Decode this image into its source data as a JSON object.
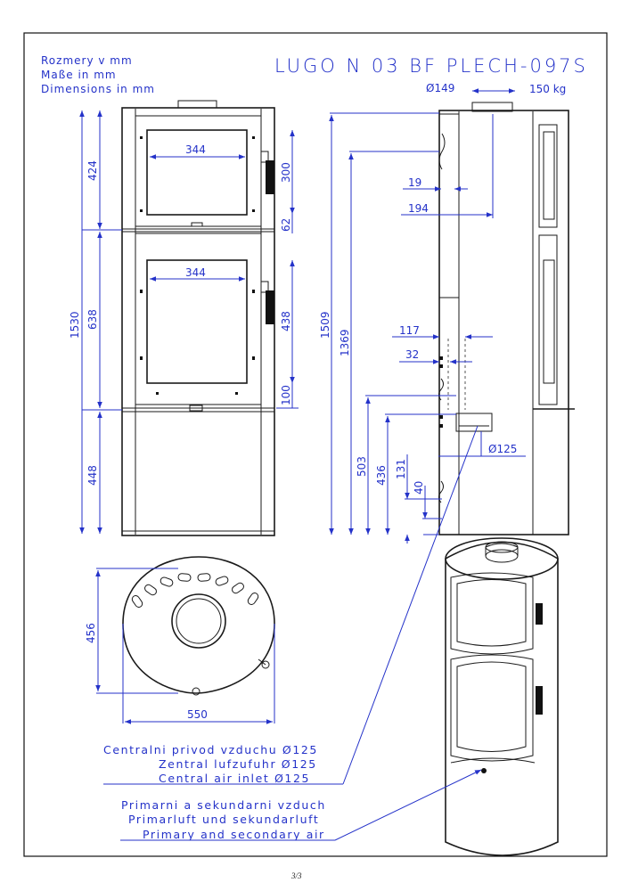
{
  "header": {
    "units_cz": "Rozmery v mm",
    "units_de": "Maße in mm",
    "units_en": "Dimensions in mm",
    "model": "LUGO N 03 BF PLECH-097S",
    "flue_diameter": "Ø149",
    "weight": "150 kg"
  },
  "front_view": {
    "total_height": "1530",
    "upper_section": "424",
    "middle_section": "638",
    "lower_section": "448",
    "upper_glass_width": "344",
    "lower_glass_width": "344",
    "upper_glass_height": "300",
    "gap": "62",
    "lower_glass_height": "438",
    "bottom_gap": "100"
  },
  "side_view": {
    "total_height": "1509",
    "inner_height": "1369",
    "offset_19": "19",
    "offset_194": "194",
    "offset_117": "117",
    "offset_32": "32",
    "air_inlet_diameter": "Ø125",
    "h_503": "503",
    "h_436": "436",
    "h_131": "131",
    "h_40": "40"
  },
  "top_view": {
    "depth": "456",
    "width": "550"
  },
  "notes": {
    "central_cz": "Centralni privod vzduchu Ø125",
    "central_de": "Zentral lufzufuhr Ø125",
    "central_en": "Central air inlet Ø125",
    "primary_cz": "Primarni a sekundarni vzduch",
    "primary_de": "Primarluft und sekundarluft",
    "primary_en": "Primary and secondary air"
  },
  "footer": {
    "page": "3/3"
  },
  "colors": {
    "dimension_blue": "#2432c9",
    "outline": "#1a1a1a"
  }
}
